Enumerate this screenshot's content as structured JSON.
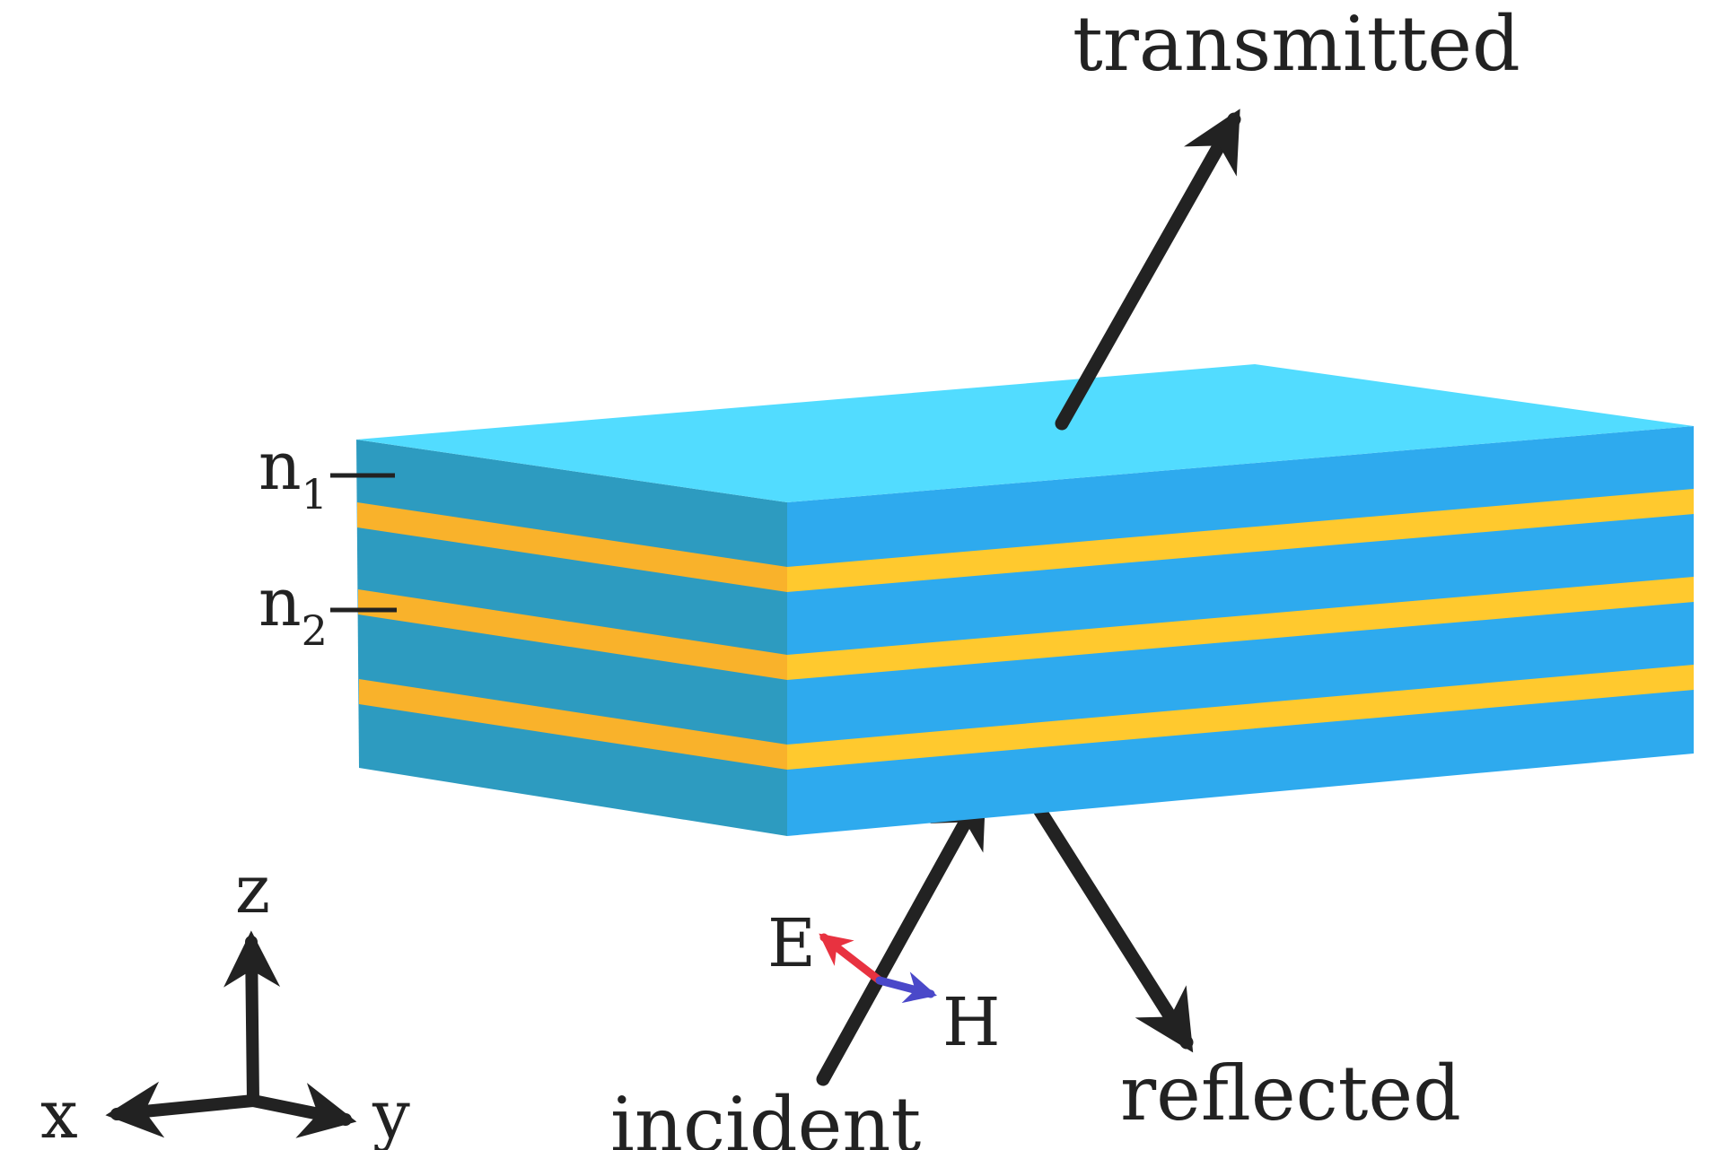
{
  "labels": {
    "transmitted": "transmitted",
    "incident": "incident",
    "reflected": "reflected",
    "e_field": "E",
    "h_field": "H",
    "axis_x": "x",
    "axis_y": "y",
    "axis_z": "z",
    "layer1_base": "n",
    "layer1_sub": "1",
    "layer2_base": "n",
    "layer2_sub": "2"
  },
  "colors": {
    "top_face": "#52dcff",
    "front_face": "#2d9bc0",
    "side_face": "#2eaaee",
    "layer_front": "#f9b22b",
    "layer_side": "#ffc92e",
    "arrow": "#222222",
    "e_vector": "#e83240",
    "h_vector": "#4a48c9"
  },
  "icons": {
    "beam_arrows": "arrow-icon",
    "axes": "axis-arrow-icon"
  }
}
